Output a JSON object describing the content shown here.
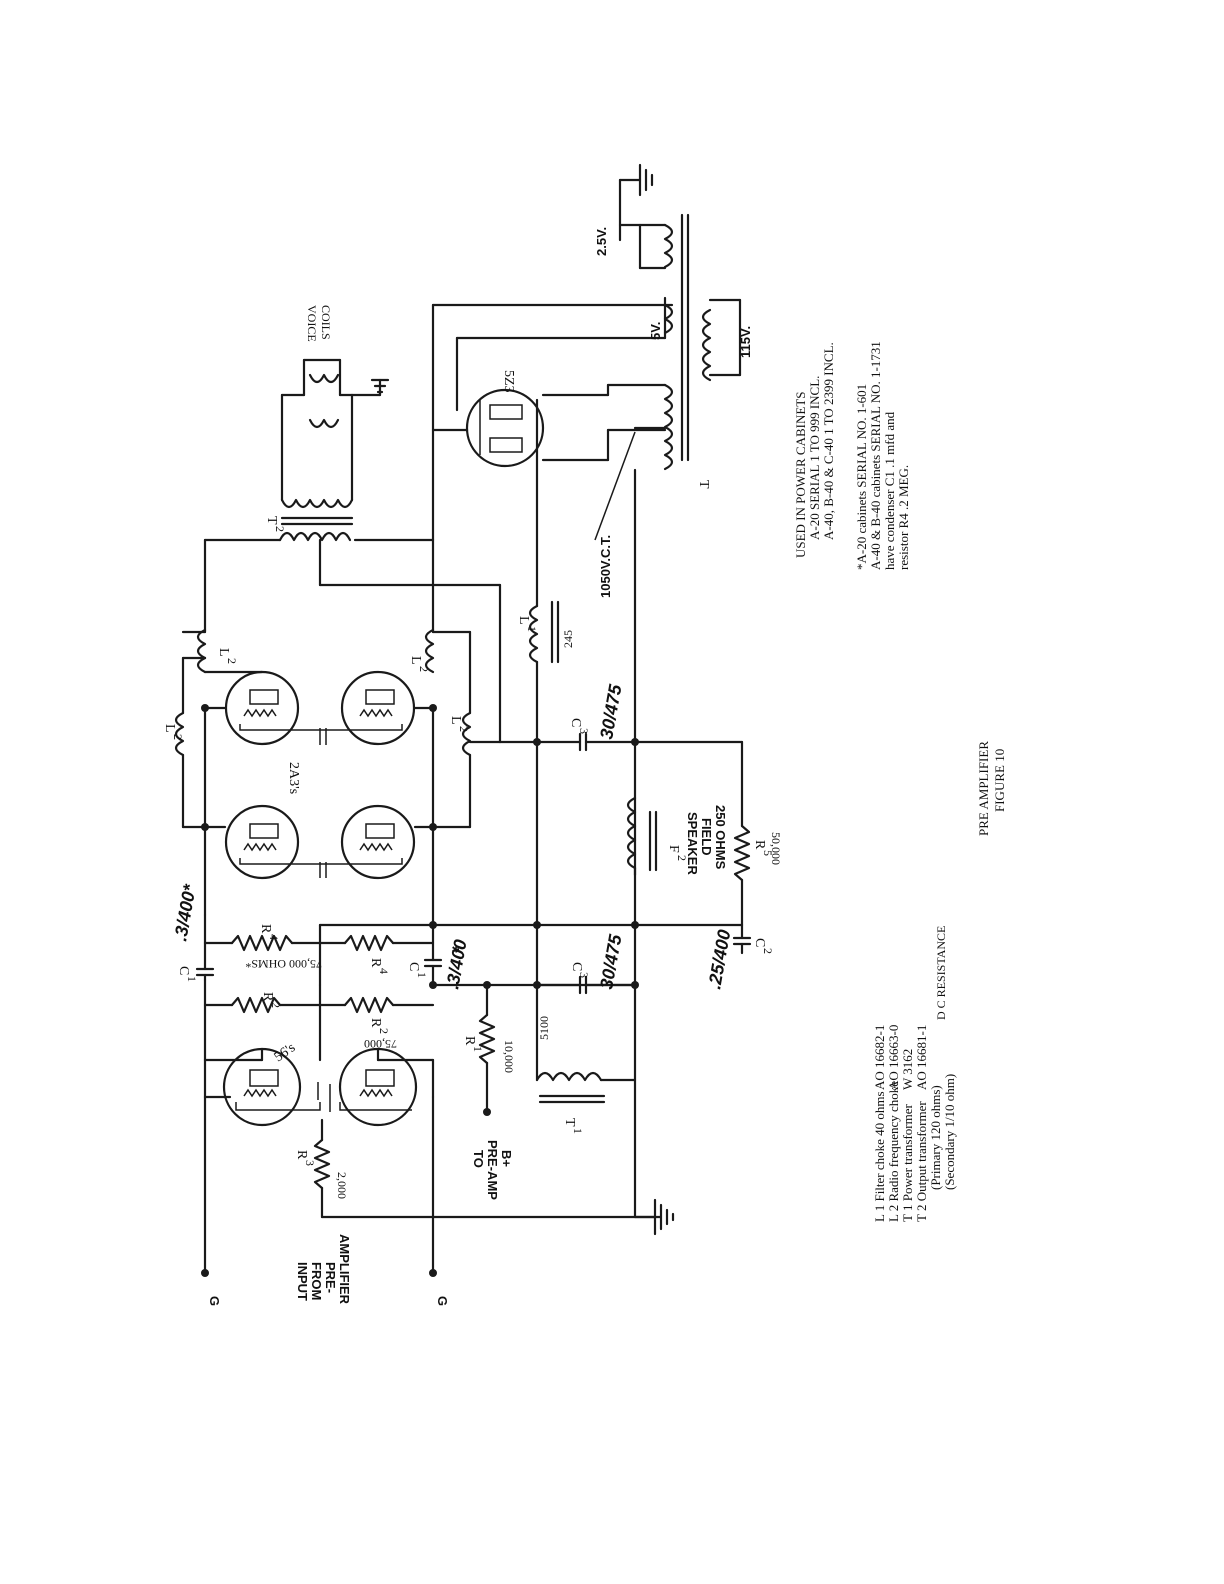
{
  "figure": {
    "title": "PRE AMPLIFIER",
    "number": "FIGURE 10"
  },
  "input": {
    "label_lines": [
      "INPUT",
      "FROM",
      "PRE-",
      "AMPLIFIER"
    ],
    "grid_terminal": "G"
  },
  "preamp_supply": {
    "label_lines": [
      "TO",
      "PRE-AMP",
      "B+"
    ]
  },
  "tubes": {
    "driver": "56's",
    "output": "2A3's",
    "rectifier": "5Z3"
  },
  "components": {
    "R1": {
      "name": "R",
      "sub": "1",
      "value": "10,000"
    },
    "R2": {
      "name": "R",
      "sub": "2",
      "value": "75,000"
    },
    "R3": {
      "name": "R",
      "sub": "3",
      "value": "2,000"
    },
    "R4": {
      "name": "R",
      "sub": "4",
      "value": "75,000 OHMS*"
    },
    "R5": {
      "name": "R",
      "sub": "5",
      "value": "50,000"
    },
    "C1": {
      "name": "C",
      "sub": "1",
      "rating_top": ".3/400*",
      "rating": ".3/400",
      "star": "*"
    },
    "C2": {
      "name": "C",
      "sub": "2",
      "rating": ".25/400"
    },
    "C3": {
      "name": "C",
      "sub": "3",
      "rating": "30/475"
    },
    "L1": {
      "name": "L",
      "sub": "1",
      "resistance": "245"
    },
    "L2": {
      "name": "L",
      "sub": "2"
    },
    "T1": {
      "name": "T",
      "sub": "1",
      "resistance": "5100"
    },
    "T2": {
      "name": "T",
      "sub": "2"
    },
    "F2": {
      "name": "F",
      "sub": "2",
      "label_lines": [
        "SPEAKER",
        "FIELD",
        "250 OHMS"
      ]
    },
    "T": {
      "name": "T"
    }
  },
  "power_transformer": {
    "filament_2_5": "2.5V.",
    "filament_5": "5V.",
    "primary": "115V.",
    "hv_secondary": "1050V.C.T."
  },
  "voice_coils": {
    "label_lines": [
      "VOICE",
      "COILS"
    ]
  },
  "legend": {
    "rows": [
      {
        "designator": "L 1",
        "description": "Filter choke    40 ohms",
        "part": "AO 16682-1"
      },
      {
        "designator": "L 2",
        "description": "Radio frequency choke",
        "part": "AO 16663-0"
      },
      {
        "designator": "T 1",
        "description": "Power transformer",
        "part": "W 3162"
      },
      {
        "designator": "T 2",
        "description": "Output transformer",
        "part": "AO 16681-1"
      }
    ],
    "sub_rows": [
      "(Primary 120 ohms)",
      "(Secondary 1/10 ohm)"
    ],
    "dc_note": "D C RESISTANCE"
  },
  "usage_note": {
    "lines": [
      "USED IN POWER CABINETS",
      "A-20   SERIAL 1 TO 999 INCL.",
      "A-40, B-40 & C-40 1 TO 2399 INCL."
    ]
  },
  "footnote": {
    "lines": [
      "*A-20 cabinets SERIAL NO. 1-601",
      "A-40 & B-40 cabinets SERIAL NO. 1-1731",
      "have condenser C1   .1 mfd and",
      "resistor R4  .2 MEG."
    ]
  }
}
